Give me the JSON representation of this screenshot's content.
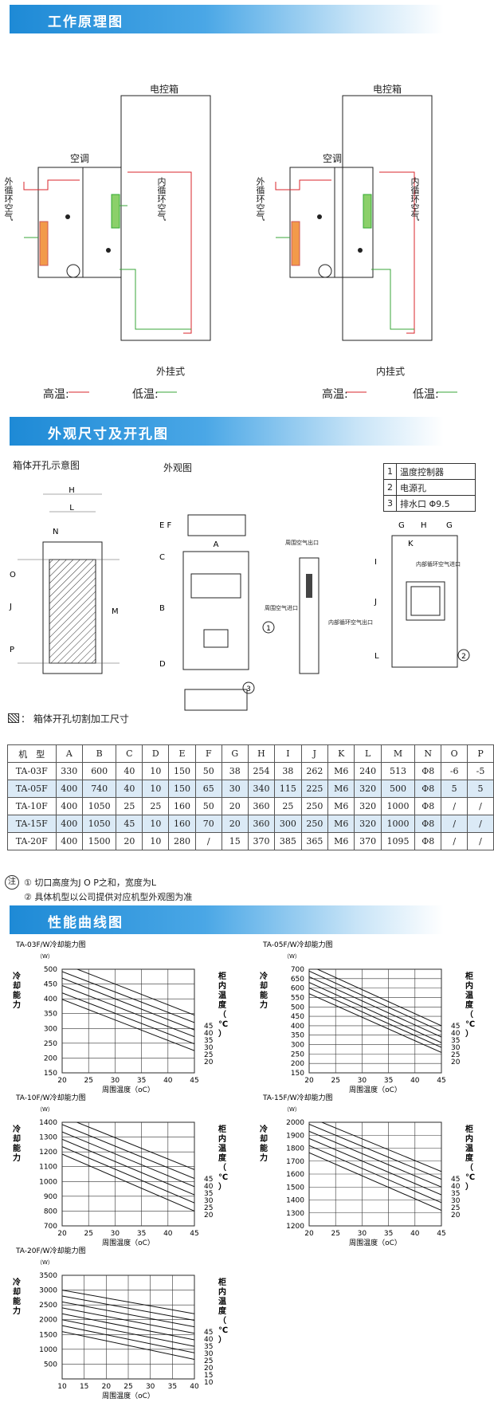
{
  "sections": {
    "principle": "工作原理图",
    "dimensions": "外观尺寸及开孔图",
    "performance": "性能曲线图"
  },
  "principle": {
    "left": {
      "cabinet": "电控箱",
      "ac": "空调",
      "outer": "外循环空气",
      "inner": "内循环空气",
      "mount": "外挂式"
    },
    "right": {
      "cabinet": "电控箱",
      "ac": "空调",
      "outer": "外循环空气",
      "inner": "内循环空气",
      "mount": "内挂式"
    },
    "legend": {
      "high": "高温:",
      "low": "低温:"
    },
    "colors": {
      "high": "#d9262b",
      "low": "#3aa63a"
    }
  },
  "dimensions": {
    "cutout_title": "箱体开孔示意图",
    "appearance_title": "外观图",
    "cutout_note": "：  箱体开孔切割加工尺寸",
    "legend": [
      {
        "no": "1",
        "label": "温度控制器"
      },
      {
        "no": "2",
        "label": "电源孔"
      },
      {
        "no": "3",
        "label": "排水口 Φ9.5"
      }
    ],
    "airflow": {
      "out_in": "周围空气进口",
      "out_out": "周围空气出口",
      "in_in": "内部循环空气进口",
      "in_out": "内部循环空气出口"
    }
  },
  "spec_table": {
    "headers": [
      "机　型",
      "A",
      "B",
      "C",
      "D",
      "E",
      "F",
      "G",
      "H",
      "I",
      "J",
      "K",
      "L",
      "M",
      "N",
      "O",
      "P"
    ],
    "rows": [
      [
        "TA-03F",
        "330",
        "600",
        "40",
        "10",
        "150",
        "50",
        "38",
        "254",
        "38",
        "262",
        "M6",
        "240",
        "513",
        "Φ8",
        "-6",
        "-5"
      ],
      [
        "TA-05F",
        "400",
        "740",
        "40",
        "10",
        "150",
        "65",
        "30",
        "340",
        "115",
        "225",
        "M6",
        "320",
        "500",
        "Φ8",
        "5",
        "5"
      ],
      [
        "TA-10F",
        "400",
        "1050",
        "25",
        "25",
        "160",
        "50",
        "20",
        "360",
        "25",
        "250",
        "M6",
        "320",
        "1000",
        "Φ8",
        "/",
        "/"
      ],
      [
        "TA-15F",
        "400",
        "1050",
        "45",
        "10",
        "160",
        "70",
        "20",
        "360",
        "300",
        "250",
        "M6",
        "320",
        "1000",
        "Φ8",
        "/",
        "/"
      ],
      [
        "TA-20F",
        "400",
        "1500",
        "20",
        "10",
        "280",
        "/",
        "15",
        "370",
        "385",
        "365",
        "M6",
        "370",
        "1095",
        "Φ8",
        "/",
        "/"
      ]
    ]
  },
  "notes": {
    "mark": "注",
    "n1": "① 切口高度为J O P之和，宽度为L",
    "n2": "② 具体机型以公司提供对应机型外观图为准"
  },
  "chart_data": [
    {
      "type": "line",
      "title": "TA-03F/W冷却能力图",
      "ylabel": "冷却能力",
      "yunit": "（W）",
      "xlabel": "周围温度（oC）",
      "y2label": "柜内温度（℃）",
      "x": [
        20,
        45
      ],
      "ylim": [
        150,
        500
      ],
      "xlim": [
        20,
        45
      ],
      "yticks": [
        500,
        450,
        400,
        350,
        300,
        250,
        200,
        150
      ],
      "xticks": [
        20,
        25,
        30,
        35,
        40,
        45
      ],
      "series": [
        {
          "name": "45",
          "values": [
            520,
            345
          ]
        },
        {
          "name": "40",
          "values": [
            492,
            320
          ]
        },
        {
          "name": "35",
          "values": [
            470,
            295
          ]
        },
        {
          "name": "30",
          "values": [
            445,
            272
          ]
        },
        {
          "name": "25",
          "values": [
            420,
            248
          ]
        },
        {
          "name": "20",
          "values": [
            398,
            225
          ]
        }
      ]
    },
    {
      "type": "line",
      "title": "TA-05F/W冷却能力图",
      "ylabel": "冷却能力",
      "yunit": "（W）",
      "xlabel": "周围温度（oC）",
      "y2label": "柜内温度（℃）",
      "x": [
        20,
        45
      ],
      "ylim": [
        150,
        700
      ],
      "xlim": [
        20,
        45
      ],
      "yticks": [
        700,
        650,
        600,
        550,
        500,
        450,
        400,
        350,
        300,
        250,
        200,
        150
      ],
      "xticks": [
        20,
        25,
        30,
        35,
        40,
        45
      ],
      "series": [
        {
          "name": "45",
          "values": [
            720,
            400
          ]
        },
        {
          "name": "40",
          "values": [
            690,
            370
          ]
        },
        {
          "name": "35",
          "values": [
            660,
            340
          ]
        },
        {
          "name": "30",
          "values": [
            630,
            310
          ]
        },
        {
          "name": "25",
          "values": [
            600,
            285
          ]
        },
        {
          "name": "20",
          "values": [
            570,
            258
          ]
        }
      ]
    },
    {
      "type": "line",
      "title": "TA-10F/W冷却能力图",
      "ylabel": "冷却能力",
      "yunit": "（W）",
      "xlabel": "周围温度（oC）",
      "y2label": "柜内温度（℃）",
      "x": [
        20,
        45
      ],
      "ylim": [
        700,
        1400
      ],
      "xlim": [
        20,
        45
      ],
      "yticks": [
        1400,
        1300,
        1200,
        1100,
        1000,
        900,
        800,
        700
      ],
      "xticks": [
        20,
        25,
        30,
        35,
        40,
        45
      ],
      "series": [
        {
          "name": "45",
          "values": [
            1440,
            1080
          ]
        },
        {
          "name": "40",
          "values": [
            1385,
            1020
          ]
        },
        {
          "name": "35",
          "values": [
            1335,
            965
          ]
        },
        {
          "name": "30",
          "values": [
            1285,
            910
          ]
        },
        {
          "name": "25",
          "values": [
            1235,
            855
          ]
        },
        {
          "name": "20",
          "values": [
            1185,
            800
          ]
        }
      ]
    },
    {
      "type": "line",
      "title": "TA-15F/W冷却能力图",
      "ylabel": "冷却能力",
      "yunit": "（W）",
      "xlabel": "周围温度（oC）",
      "y2label": "柜内温度（℃）",
      "x": [
        20,
        45
      ],
      "ylim": [
        1200,
        2000
      ],
      "xlim": [
        20,
        45
      ],
      "yticks": [
        2000,
        1900,
        1800,
        1700,
        1600,
        1500,
        1400,
        1300,
        1200
      ],
      "xticks": [
        20,
        25,
        30,
        35,
        40,
        45
      ],
      "series": [
        {
          "name": "45",
          "values": [
            2040,
            1620
          ]
        },
        {
          "name": "40",
          "values": [
            1985,
            1560
          ]
        },
        {
          "name": "35",
          "values": [
            1930,
            1500
          ]
        },
        {
          "name": "30",
          "values": [
            1875,
            1440
          ]
        },
        {
          "name": "25",
          "values": [
            1820,
            1380
          ]
        },
        {
          "name": "20",
          "values": [
            1765,
            1320
          ]
        }
      ]
    },
    {
      "type": "line",
      "title": "TA-20F/W冷却能力图",
      "ylabel": "冷却能力",
      "yunit": "（W）",
      "xlabel": "周围温度（oC）",
      "y2label": "柜内温度（℃）",
      "x": [
        10,
        40
      ],
      "ylim": [
        0,
        3500
      ],
      "xlim": [
        10,
        40
      ],
      "yticks": [
        3500,
        3000,
        2500,
        2000,
        1500,
        1000,
        500
      ],
      "xticks": [
        10,
        15,
        20,
        25,
        30,
        35,
        40
      ],
      "series": [
        {
          "name": "45",
          "values": [
            3000,
            2200
          ]
        },
        {
          "name": "40",
          "values": [
            2800,
            1980
          ]
        },
        {
          "name": "35",
          "values": [
            2600,
            1760
          ]
        },
        {
          "name": "30",
          "values": [
            2400,
            1540
          ]
        },
        {
          "name": "25",
          "values": [
            2200,
            1320
          ]
        },
        {
          "name": "20",
          "values": [
            2000,
            1100
          ]
        },
        {
          "name": "15",
          "values": [
            1800,
            880
          ]
        },
        {
          "name": "10",
          "values": [
            1600,
            660
          ]
        }
      ]
    }
  ]
}
